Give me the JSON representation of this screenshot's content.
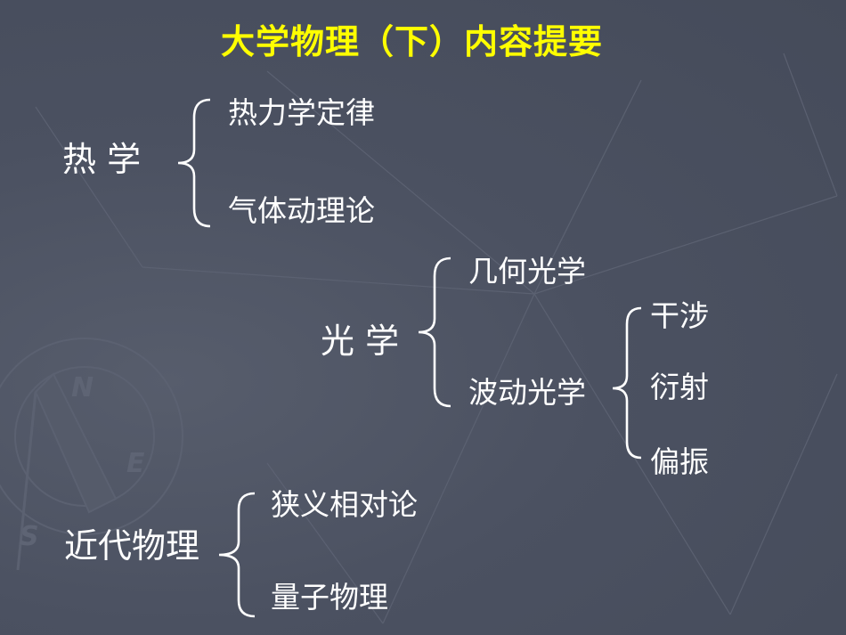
{
  "title": "大学物理（下）内容提要",
  "thermo": {
    "label": "热  学",
    "items": [
      "热力学定律",
      "气体动理论"
    ]
  },
  "optics": {
    "label": "光  学",
    "items": [
      "几何光学",
      "波动光学"
    ],
    "wave_items": [
      "干涉",
      "衍射",
      "偏振"
    ]
  },
  "modern": {
    "label": "近代物理",
    "items": [
      "狭义相对论",
      "量子物理"
    ]
  },
  "colors": {
    "title": "#ffff00",
    "text": "#ffffff",
    "background": "#4b5161"
  },
  "decor": {
    "compass_letters": [
      "N",
      "S",
      "E"
    ]
  }
}
